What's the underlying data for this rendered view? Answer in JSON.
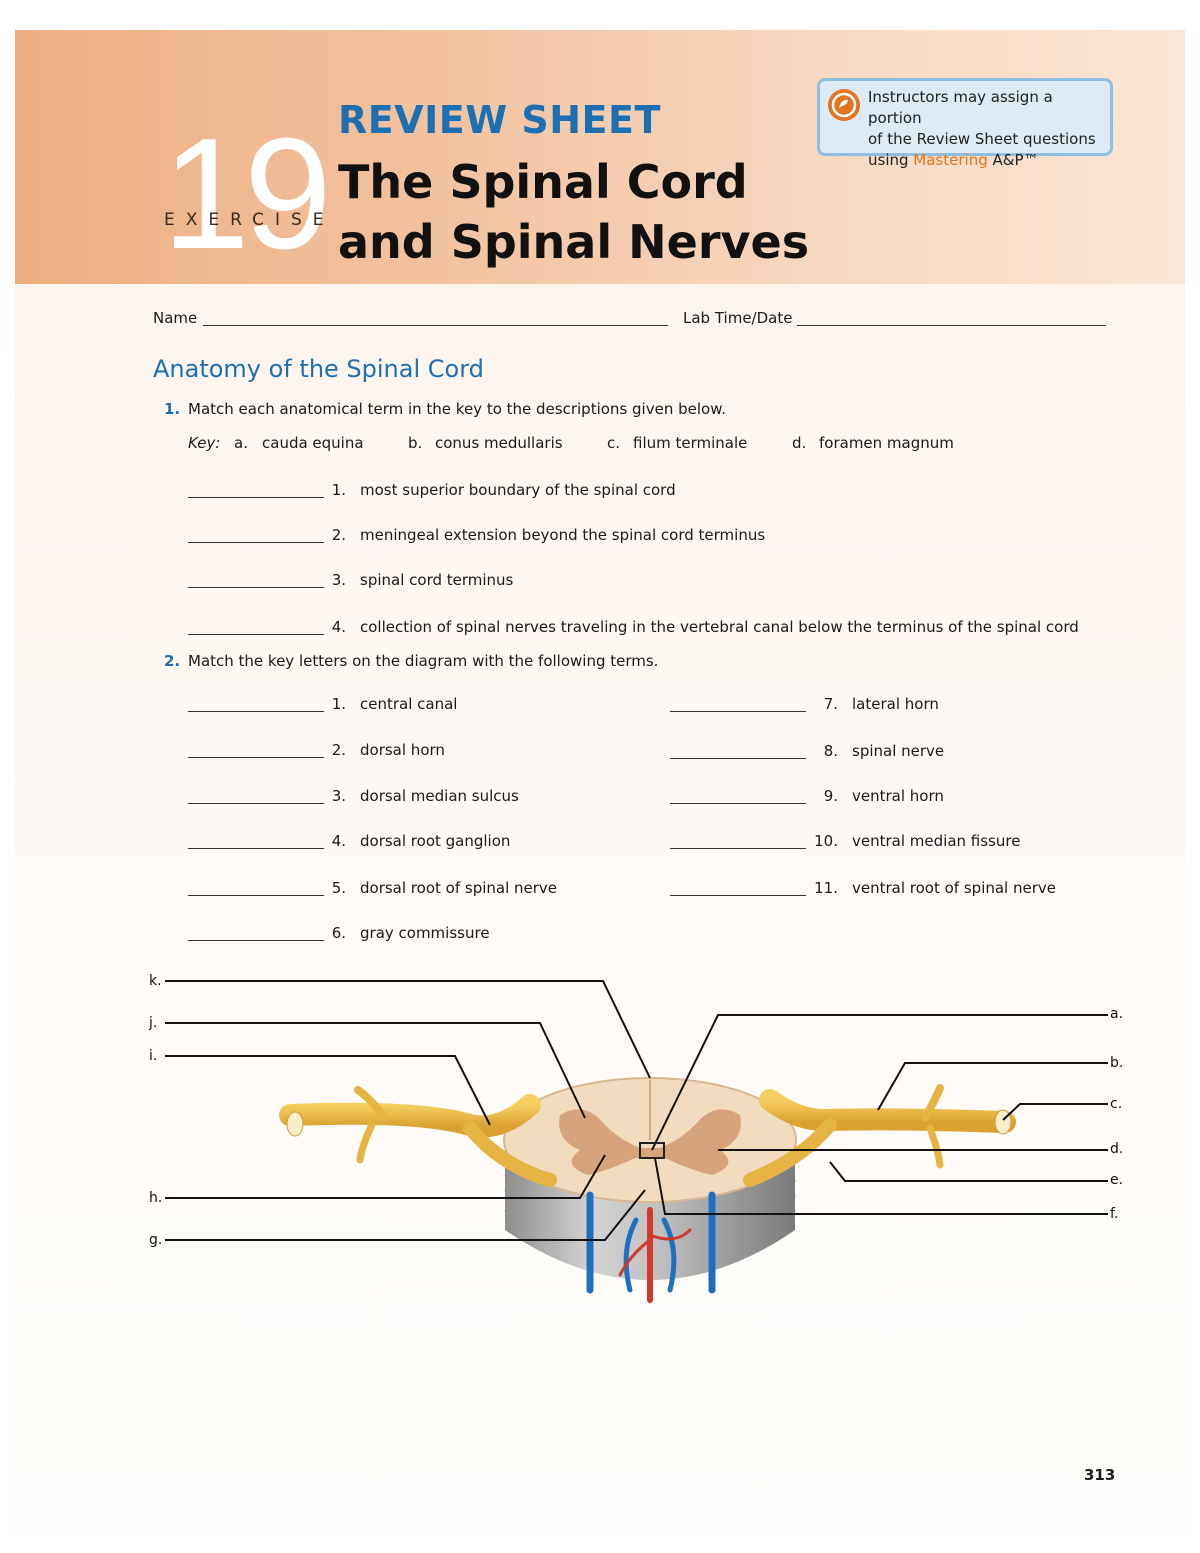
{
  "header": {
    "exercise_number": "19",
    "exercise_word": "EXERCISE",
    "review_label": "REVIEW SHEET",
    "title_line1": "The Spinal Cord",
    "title_line2": "and Spinal Nerves"
  },
  "instructor_note": {
    "line1": "Instructors may assign a portion",
    "line2": "of the Review Sheet questions",
    "line3_prefix": "using ",
    "mastering": "Mastering",
    "product": " A&P™"
  },
  "fields": {
    "name_label": "Name",
    "lab_label": "Lab Time/Date"
  },
  "section_title": "Anatomy of the Spinal Cord",
  "q1": {
    "number": "1.",
    "prompt": "Match each anatomical term in the key to the descriptions given below.",
    "key_label": "Key:",
    "key": [
      {
        "letter": "a.",
        "term": "cauda equina"
      },
      {
        "letter": "b.",
        "term": "conus medullaris"
      },
      {
        "letter": "c.",
        "term": "filum terminale"
      },
      {
        "letter": "d.",
        "term": "foramen magnum"
      }
    ],
    "items": [
      {
        "n": "1.",
        "text": "most superior boundary of the spinal cord"
      },
      {
        "n": "2.",
        "text": "meningeal extension beyond the spinal cord terminus"
      },
      {
        "n": "3.",
        "text": "spinal cord terminus"
      },
      {
        "n": "4.",
        "text": "collection of spinal nerves traveling in the vertebral canal below the terminus of the spinal cord"
      }
    ]
  },
  "q2": {
    "number": "2.",
    "prompt": "Match the key letters on the diagram with the following terms.",
    "left": [
      {
        "n": "1.",
        "text": "central canal"
      },
      {
        "n": "2.",
        "text": "dorsal horn"
      },
      {
        "n": "3.",
        "text": "dorsal median sulcus"
      },
      {
        "n": "4.",
        "text": "dorsal root ganglion"
      },
      {
        "n": "5.",
        "text": "dorsal root of spinal nerve"
      },
      {
        "n": "6.",
        "text": "gray commissure"
      }
    ],
    "right": [
      {
        "n": "7.",
        "text": "lateral horn"
      },
      {
        "n": "8.",
        "text": "spinal nerve"
      },
      {
        "n": "9.",
        "text": "ventral horn"
      },
      {
        "n": "10.",
        "text": "ventral median fissure"
      },
      {
        "n": "11.",
        "text": "ventral root of spinal nerve"
      }
    ]
  },
  "diagram": {
    "left_labels": [
      "k.",
      "j.",
      "i.",
      "h.",
      "g."
    ],
    "right_labels": [
      "a.",
      "b.",
      "c.",
      "d.",
      "e.",
      "f."
    ]
  },
  "page_number": "313"
}
